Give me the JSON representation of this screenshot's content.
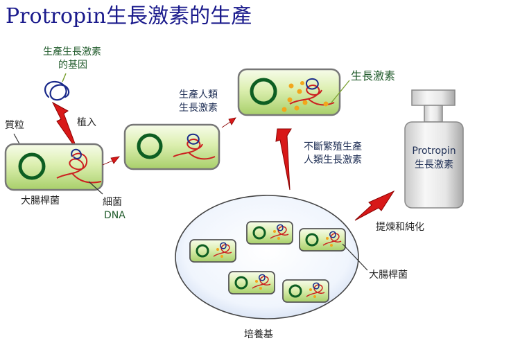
{
  "title": "Protropin生長激素的生產",
  "labels": {
    "gene_line1": "生產生長激素",
    "gene_line2": "的基因",
    "insert": "植入",
    "plasmid": "質粒",
    "ecoli": "大腸桿菌",
    "bacterial_dna_line1": "細菌",
    "bacterial_dna_line2": "DNA",
    "human_gh_line1": "生產人類",
    "human_gh_line2": "生長激素",
    "growth_hormone": "生長激素",
    "reproduce_line1": "不斷繁殖生產",
    "reproduce_line2": "人類生長激素",
    "purify": "提煉和純化",
    "ecoli_in_medium": "大腸桿菌",
    "culture_medium": "培養基"
  },
  "bottle": {
    "line1": "Protropin",
    "line2": "生長激素"
  },
  "colors": {
    "title": "#1a1a8c",
    "label_green": "#1f5a2a",
    "arrow_red": "#d81818",
    "cell_green": "#c6e48c",
    "ring_green": "#0d5e22",
    "dna_red": "#cc2020",
    "gene_blue": "#1a2a8a",
    "hormone_orange": "#f2a61c"
  }
}
